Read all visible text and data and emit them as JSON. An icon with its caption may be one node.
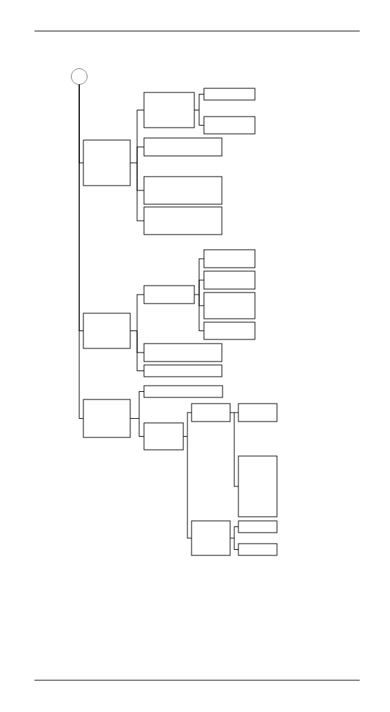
{
  "diagram": {
    "nodes": [
      {
        "text": [],
        "shape": "circle"
      },
      {
        "text": [],
        "shape": "box"
      },
      {
        "text": [],
        "shape": "box"
      },
      {
        "text": [],
        "shape": "box"
      },
      {
        "text": [],
        "shape": "box"
      },
      {
        "text": [],
        "shape": "box"
      },
      {
        "text": [],
        "shape": "box"
      },
      {
        "text": [],
        "shape": "box"
      },
      {
        "text": [],
        "shape": "box"
      },
      {
        "text": [],
        "shape": "box"
      },
      {
        "text": [],
        "shape": "box"
      },
      {
        "text": [],
        "shape": "box"
      },
      {
        "text": [],
        "shape": "box"
      },
      {
        "text": [],
        "shape": "box"
      },
      {
        "text": [],
        "shape": "box"
      },
      {
        "text": [],
        "shape": "box"
      },
      {
        "text": [],
        "shape": "box"
      },
      {
        "text": [],
        "shape": "box"
      },
      {
        "text": [],
        "shape": "box"
      },
      {
        "text": [],
        "shape": "box"
      },
      {
        "text": [],
        "shape": "box"
      },
      {
        "text": [],
        "shape": "box"
      },
      {
        "text": [],
        "shape": "box"
      },
      {
        "text": [],
        "shape": "box"
      },
      {
        "text": [],
        "shape": "box"
      }
    ],
    "edges": [
      {
        "from": 0,
        "to": 1,
        "arrow": "none"
      },
      {
        "from": 0,
        "to": 8,
        "arrow": "none"
      },
      {
        "from": 0,
        "to": 16,
        "arrow": "none"
      },
      {
        "from": 1,
        "to": 2,
        "arrow": "none"
      },
      {
        "from": 1,
        "to": 5,
        "arrow": "none"
      },
      {
        "from": 1,
        "to": 6,
        "arrow": "none"
      },
      {
        "from": 1,
        "to": 7,
        "arrow": "none"
      },
      {
        "from": 2,
        "to": 3,
        "arrow": "none"
      },
      {
        "from": 2,
        "to": 4,
        "arrow": "none"
      },
      {
        "from": 8,
        "to": 9,
        "arrow": "none"
      },
      {
        "from": 8,
        "to": 14,
        "arrow": "none"
      },
      {
        "from": 8,
        "to": 15,
        "arrow": "none"
      },
      {
        "from": 9,
        "to": 10,
        "arrow": "none"
      },
      {
        "from": 9,
        "to": 11,
        "arrow": "none"
      },
      {
        "from": 9,
        "to": 12,
        "arrow": "none"
      },
      {
        "from": 9,
        "to": 13,
        "arrow": "none"
      },
      {
        "from": 16,
        "to": 17,
        "arrow": "none"
      },
      {
        "from": 16,
        "to": 18,
        "arrow": "none"
      },
      {
        "from": 18,
        "to": 19,
        "arrow": "none"
      },
      {
        "from": 18,
        "to": 22,
        "arrow": "none"
      },
      {
        "from": 19,
        "to": 20,
        "arrow": "none"
      },
      {
        "from": 19,
        "to": 21,
        "arrow": "none"
      },
      {
        "from": 22,
        "to": 23,
        "arrow": "none"
      },
      {
        "from": 22,
        "to": 24,
        "arrow": "none"
      }
    ]
  }
}
